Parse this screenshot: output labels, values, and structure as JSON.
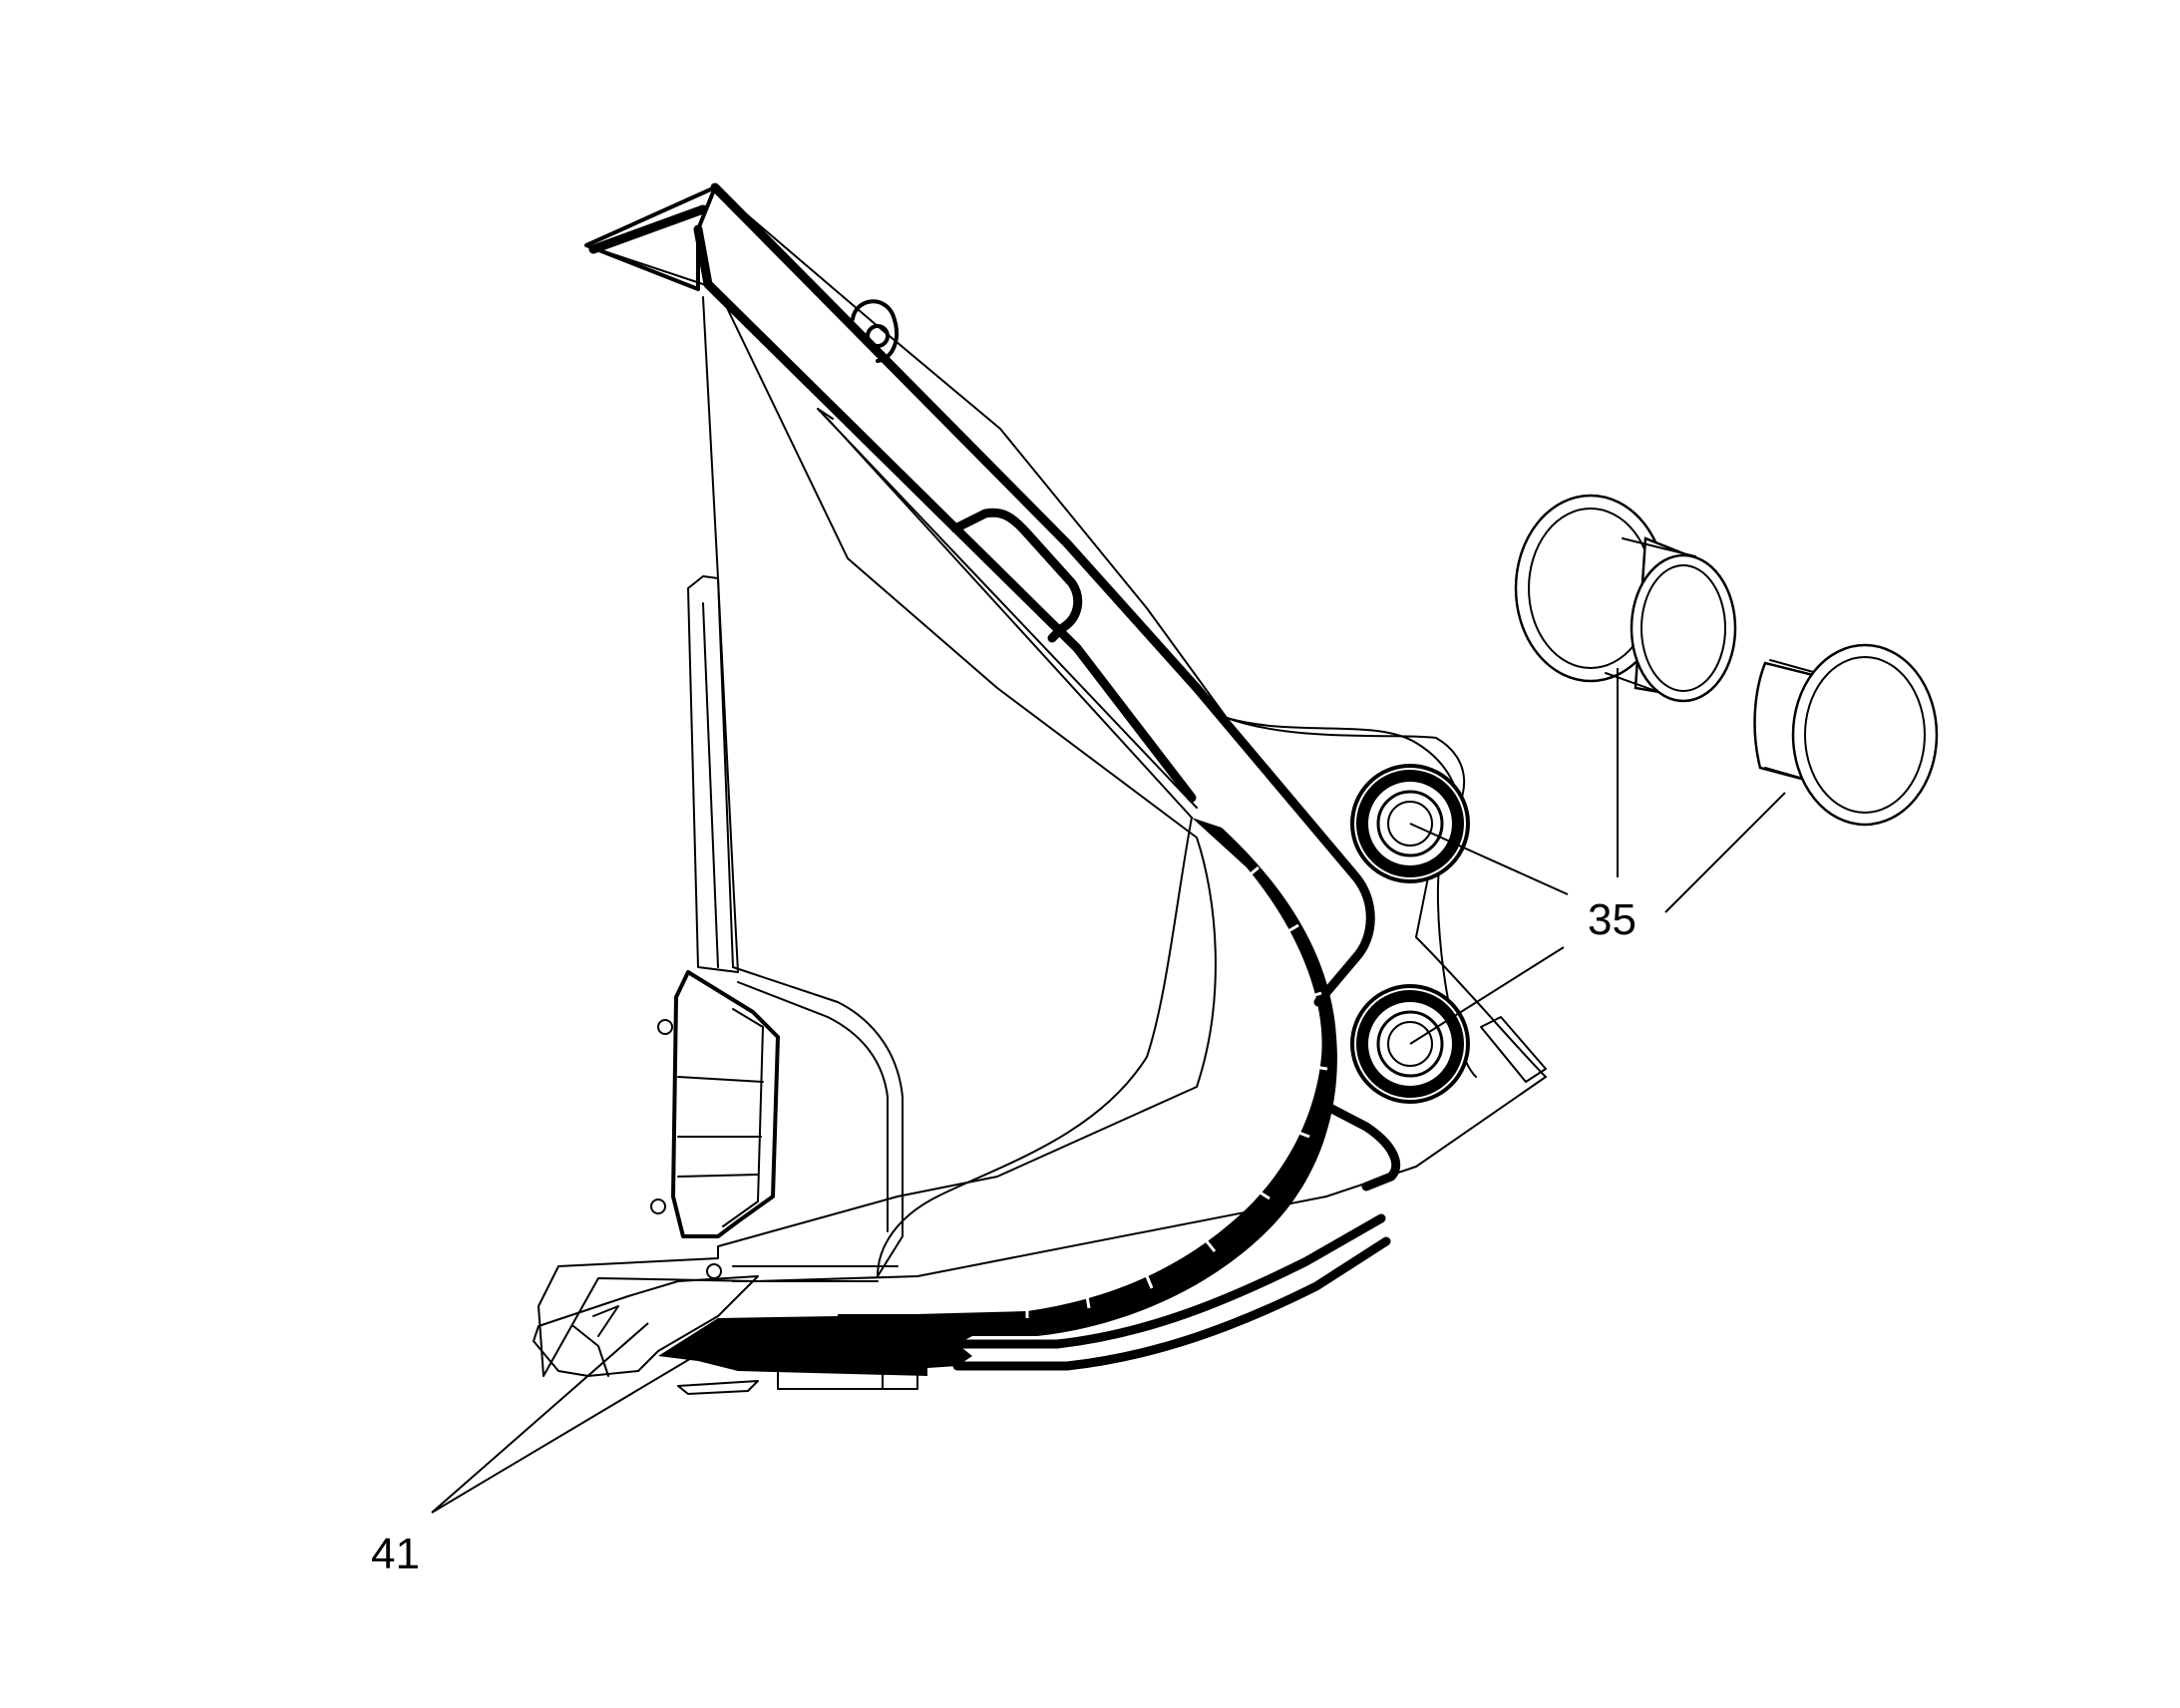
{
  "diagram": {
    "callouts": [
      {
        "id": "bushing",
        "label": "35"
      },
      {
        "id": "tooth-edge",
        "label": "41"
      }
    ]
  }
}
